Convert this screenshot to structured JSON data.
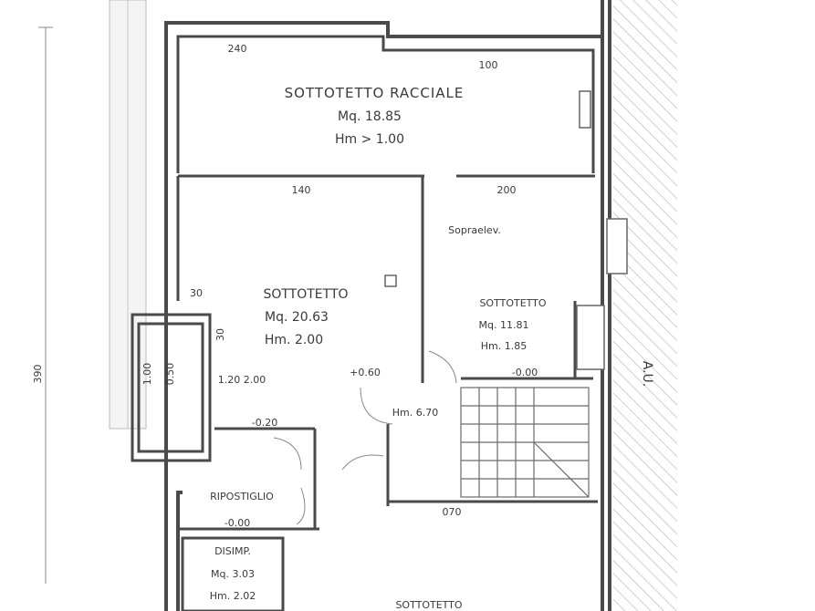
{
  "rooms": {
    "sottotetto_raggiale": {
      "name": "SOTTOTETTO RACCIALE",
      "area": "Mq. 18.85",
      "height": "Hm > 1.00"
    },
    "sottotetto_a": {
      "name": "SOTTOTETTO",
      "area": "Mq. 20.63",
      "height": "Hm. 2.00"
    },
    "sottotetto_b": {
      "name": "SOTTOTETTO",
      "area": "Mq. 11.81",
      "height": "Hm. 1.85"
    },
    "ripostiglio": {
      "name": "RIPOSTIGLIO"
    },
    "disimpegno": {
      "name": "DISIMP.",
      "area": "Mq. 3.03",
      "height": "Hm. 2.02"
    },
    "sottotetto_bottom": {
      "name": "SOTTOTETTO"
    }
  },
  "dimensions": {
    "top_left": "240",
    "top_right": "100",
    "wall_mid_left": "140",
    "wall_mid_right": "200",
    "corner": "30",
    "left_side": "30",
    "window_a": "1.20\n2.00",
    "level_a": "-0.20",
    "level_b": "+0.60",
    "level_c": "-0.00",
    "level_d": "-0.00",
    "landing": "Hm. 6.70",
    "stair_bottom": "070",
    "roof_slope": "Sopraelev.",
    "total_left": "390",
    "side_right": "A.U.",
    "tag_left": "1.00",
    "tag_right": "0.50"
  },
  "colors": {
    "wall": "#4a4a4a",
    "line": "#7a7a7a",
    "hatch": "#c8c8c8",
    "text": "#3a3a3a"
  }
}
